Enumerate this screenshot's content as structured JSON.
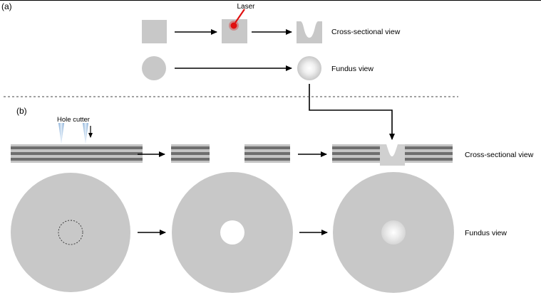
{
  "panels": {
    "a": {
      "label": "(a)"
    },
    "b": {
      "label": "(b)"
    }
  },
  "labels": {
    "laser": "Laser",
    "hole_cutter": "Hole cutter",
    "cross_sectional_view_a": "Cross-sectional view",
    "fundus_view_a": "Fundus view",
    "cross_sectional_view_b": "Cross-sectional view",
    "fundus_view_b": "Fundus view"
  },
  "colors": {
    "tissue_gray": "#c8c8c8",
    "layer_dark": "#6e6e6e",
    "layer_light": "#c4c4c4",
    "laser_red": "#e01010",
    "cutter_blue": "#a9c6e3",
    "arrow": "#000000",
    "divider": "#444444"
  }
}
